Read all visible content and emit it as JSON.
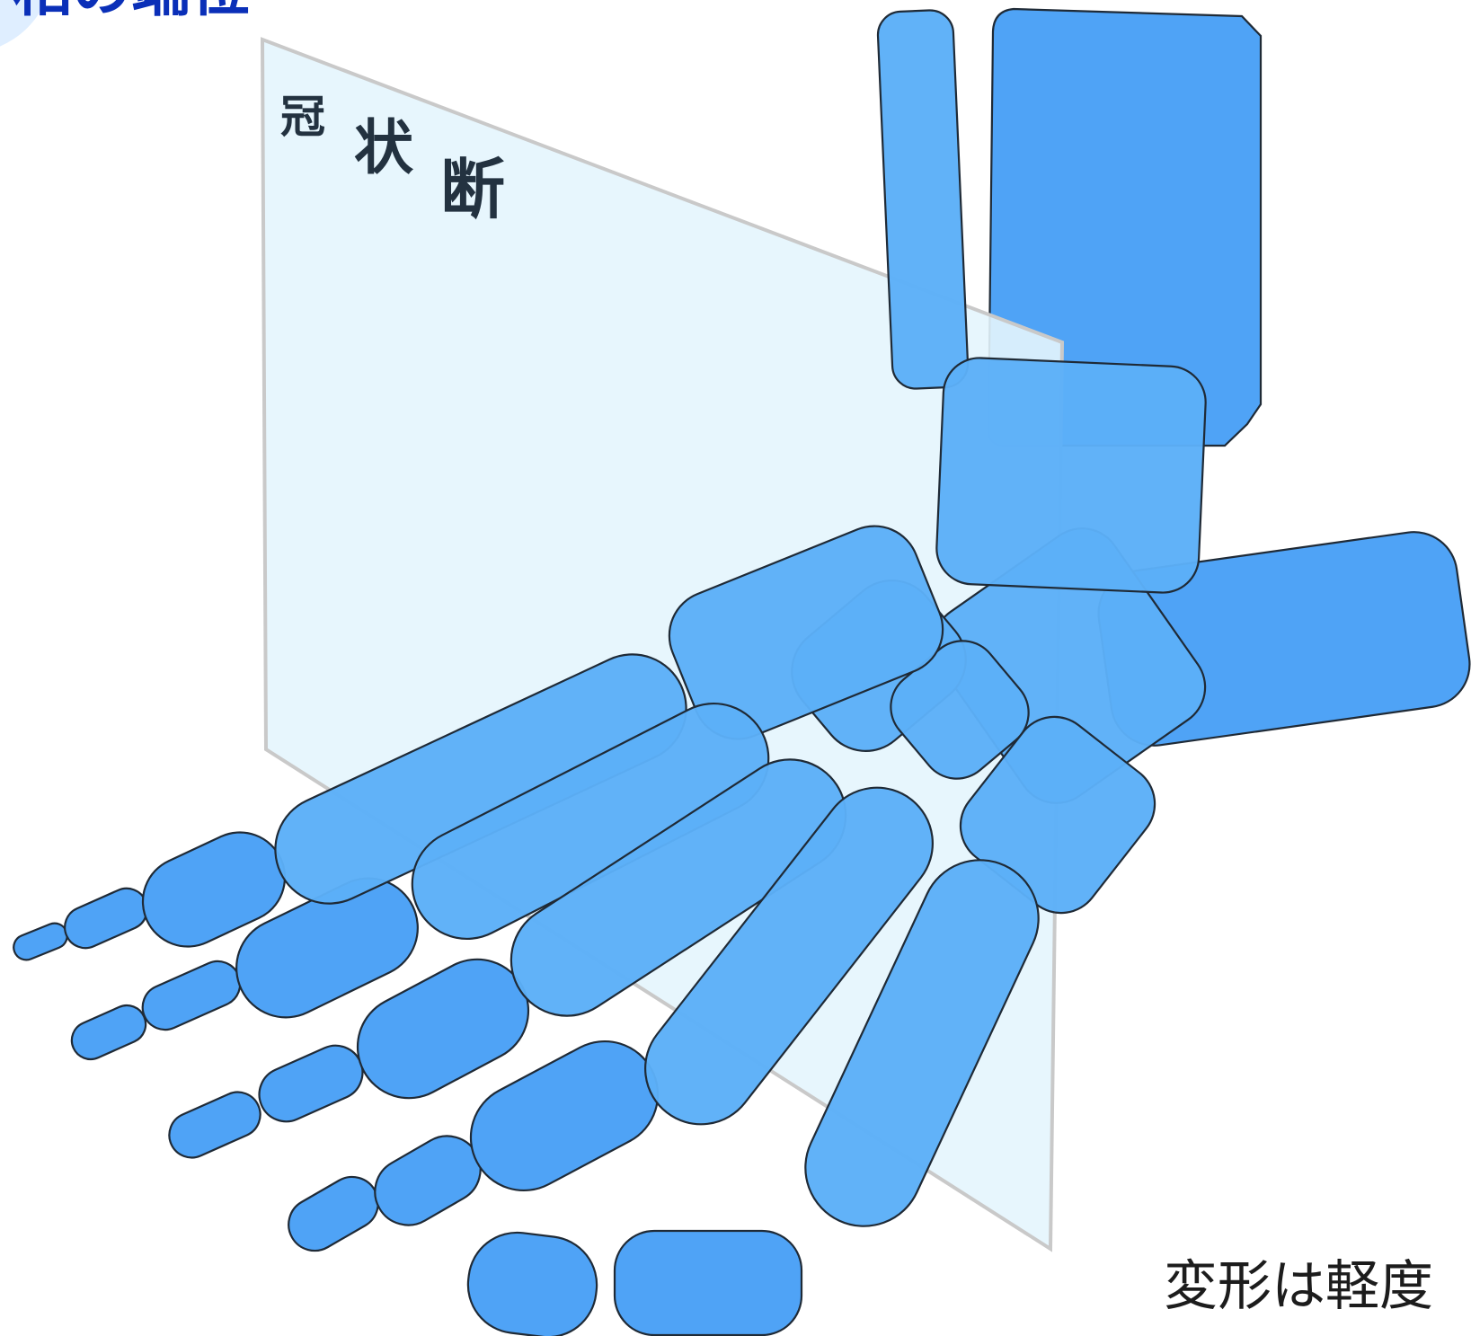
{
  "header": {
    "title": "相の端位"
  },
  "plane": {
    "chars": [
      "冠",
      "状",
      "断"
    ]
  },
  "note": {
    "text": "変形は軽度"
  },
  "colors": {
    "bone_fill": "#4fa3f6",
    "bone_fill_seen_through_plane": "#5cb0f8",
    "bone_outline": "#1f2a36",
    "plane_fill": "#e4f5fd",
    "plane_edge": "#c9c9c9",
    "title": "#0a2fb8",
    "badge": "#dfeeff"
  },
  "icons": {
    "badge": "corner-circle-badge"
  }
}
